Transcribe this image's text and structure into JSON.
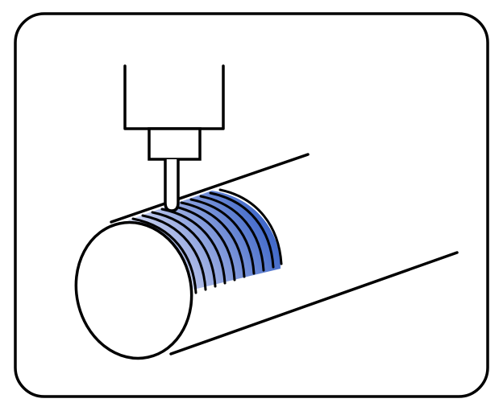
{
  "figure": {
    "icon": "cnc-cylindrical-milling-icon",
    "colors": {
      "frame_stroke": "#000000",
      "background": "#ffffff",
      "machined_band_dark": "#3a64c8",
      "machined_band_light": "#ffffff"
    },
    "components": [
      "frame",
      "spindle-head",
      "cutting-tool",
      "cylinder-stock",
      "machined-grooves"
    ]
  }
}
